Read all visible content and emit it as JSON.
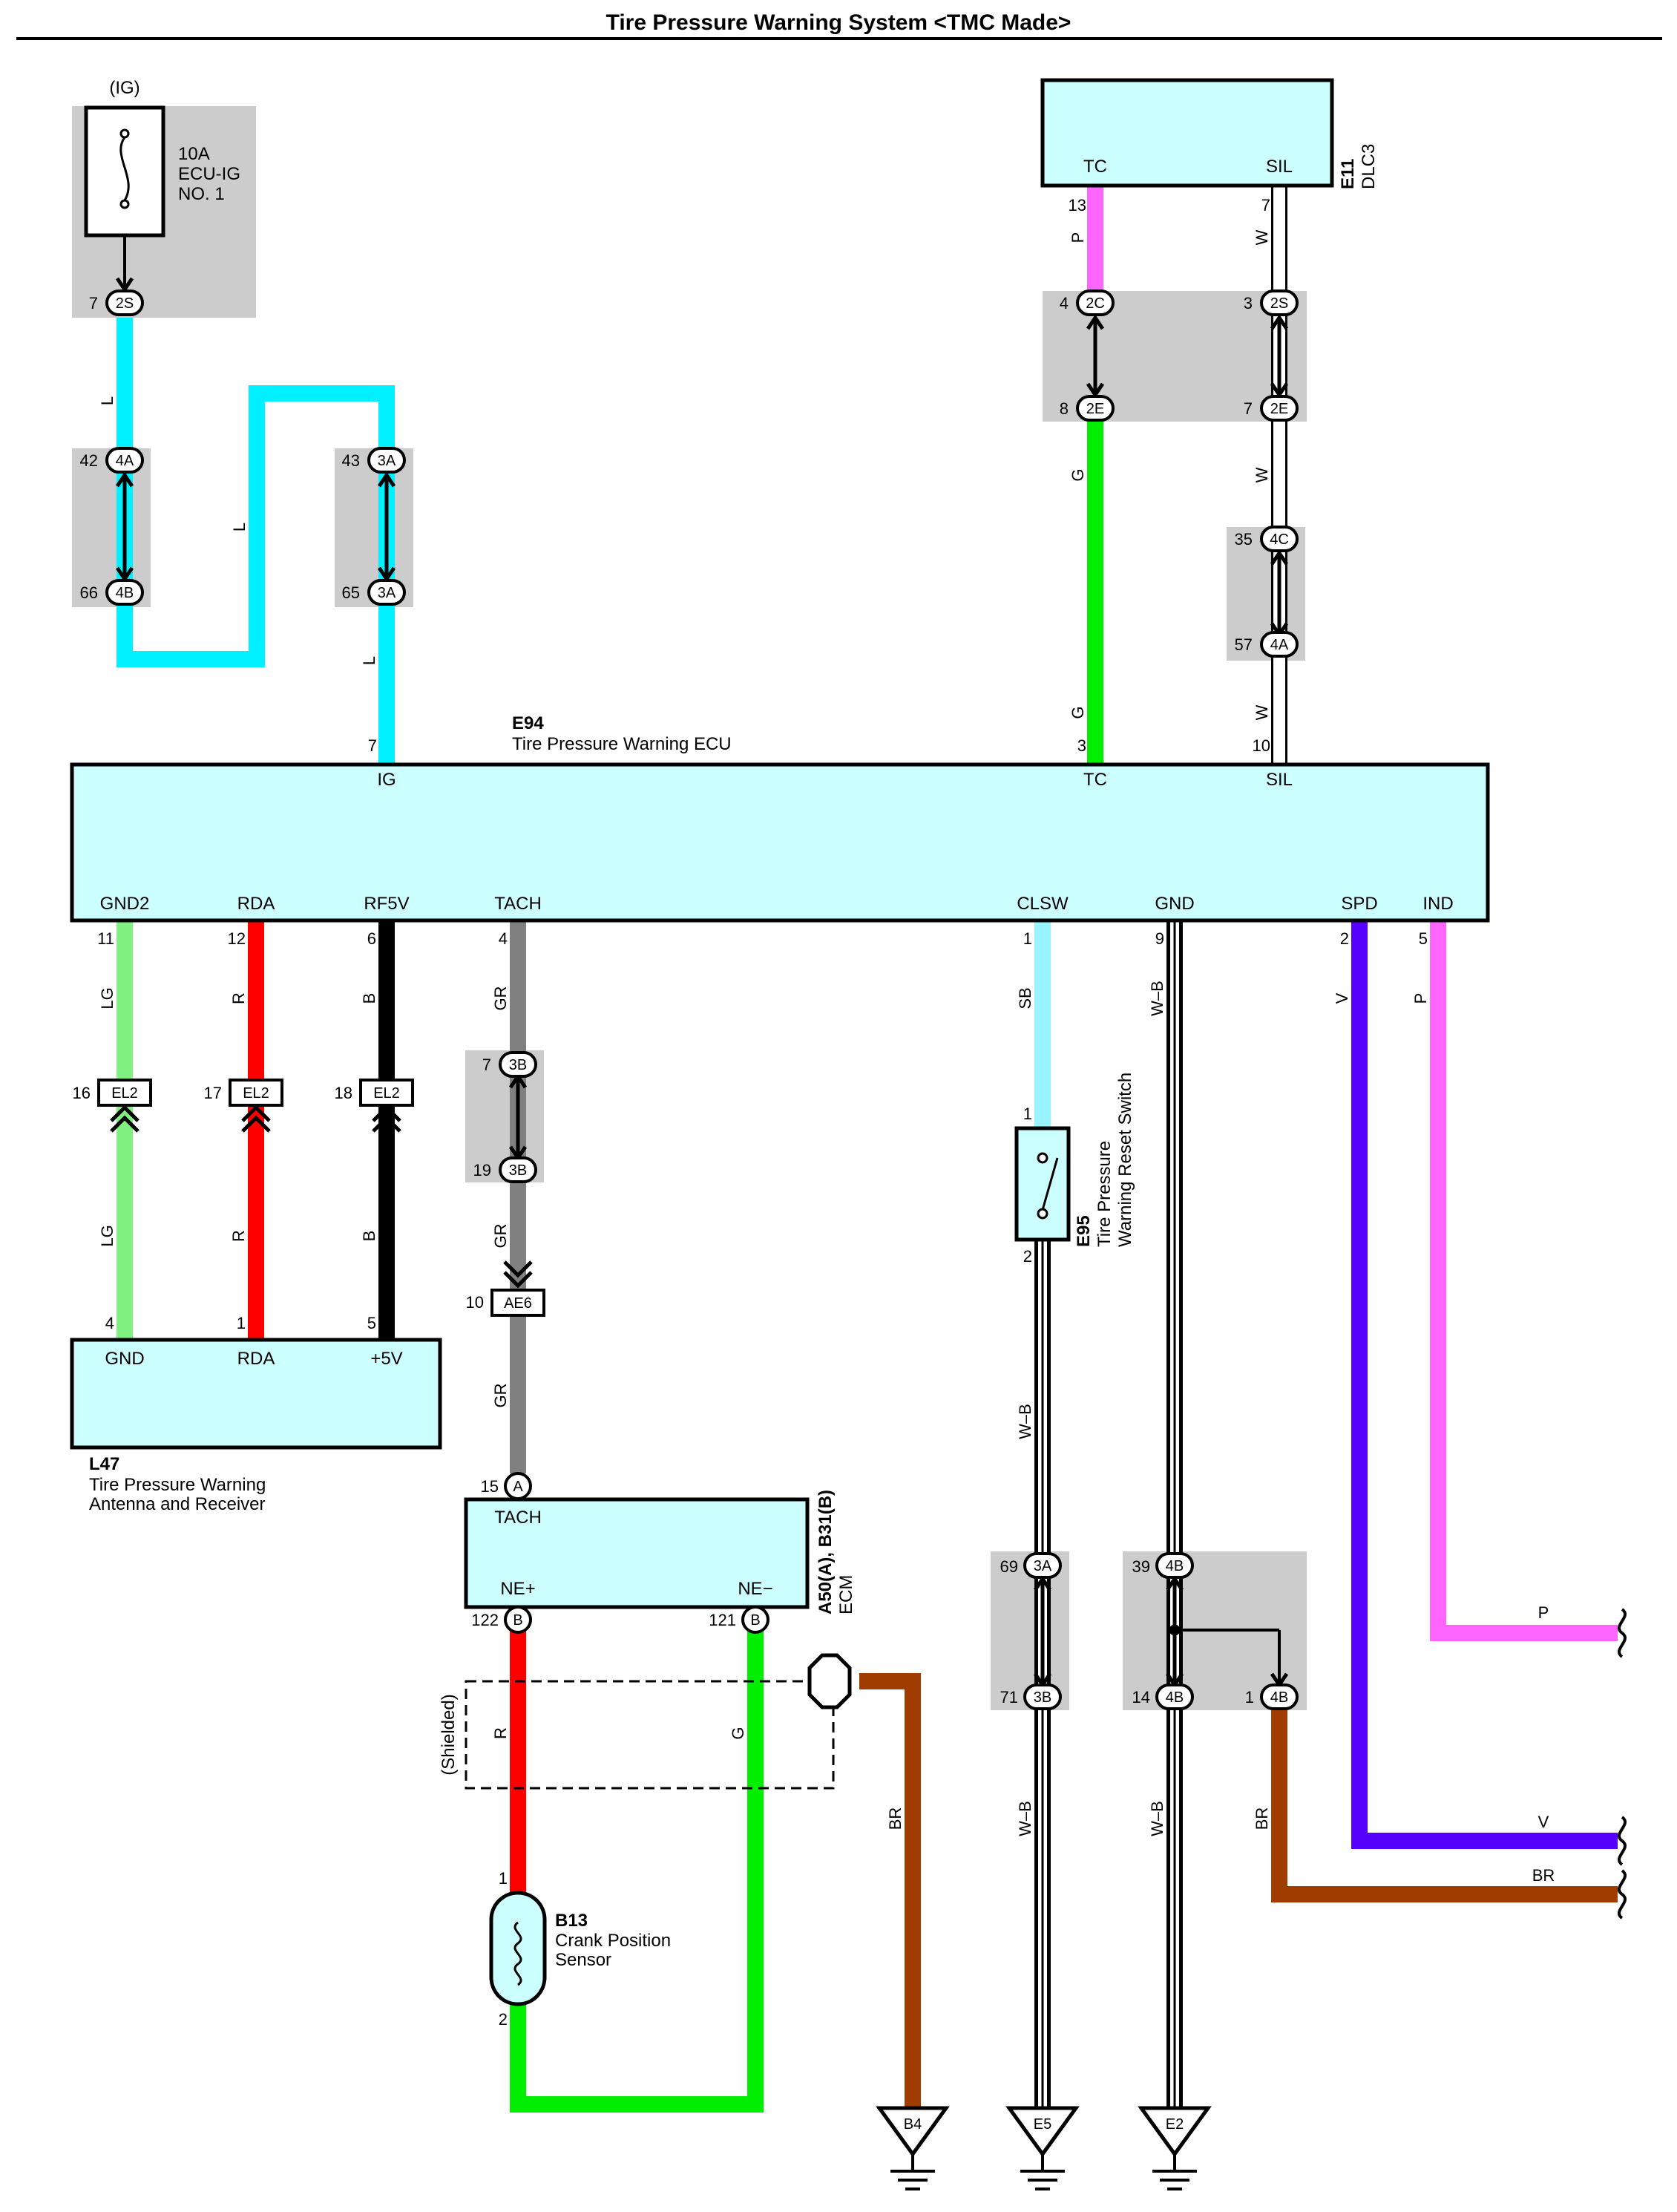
{
  "title": "Tire Pressure Warning System <TMC Made>",
  "colors": {
    "L": "#00f0ff",
    "P": "#ff66ff",
    "G": "#00ee00",
    "W": "#ffffff",
    "LG": "#80f080",
    "R": "#ff0000",
    "B": "#000000",
    "GR": "#808080",
    "SB": "#99f4ff",
    "W-B": "#ffffff",
    "V": "#5500ff",
    "BR": "#a03c00",
    "box": "#ccffff",
    "junction": "#cccccc"
  },
  "fuse": {
    "source": "(IG)",
    "line1": "10A",
    "line2": "ECU-IG",
    "line3": "NO. 1"
  },
  "dlc": {
    "id": "E11",
    "name": "DLC3",
    "pin_tc": "TC",
    "pin_sil": "SIL"
  },
  "ecu": {
    "id": "E94",
    "name": "Tire Pressure Warning ECU",
    "pins": {
      "ig": "IG",
      "tc": "TC",
      "sil": "SIL",
      "gnd2": "GND2",
      "rda": "RDA",
      "rf5v": "RF5V",
      "tach": "TACH",
      "clsw": "CLSW",
      "gnd": "GND",
      "spd": "SPD",
      "ind": "IND"
    }
  },
  "receiver": {
    "id": "L47",
    "name1": "Tire Pressure Warning",
    "name2": "Antenna and Receiver",
    "pin_gnd": "GND",
    "pin_rda": "RDA",
    "pin_5v": "+5V"
  },
  "ecm": {
    "id": "A50(A), B31(B)",
    "name": "ECM",
    "pin_tach": "TACH",
    "pin_ne_p": "NE+",
    "pin_ne_m": "NE−"
  },
  "switch": {
    "id": "E95",
    "name1": "Tire Pressure",
    "name2": "Warning Reset Switch"
  },
  "sensor": {
    "id": "B13",
    "name1": "Crank Position",
    "name2": "Sensor"
  },
  "shielded": "(Shielded)",
  "wire_codes": {
    "L": "L",
    "P": "P",
    "W": "W",
    "G": "G",
    "LG": "LG",
    "R": "R",
    "B": "B",
    "GR": "GR",
    "SB": "SB",
    "WB": "W–B",
    "V": "V",
    "BR": "BR"
  },
  "connectors": {
    "c2S": "2S",
    "c4A": "4A",
    "c4B": "4B",
    "c3A": "3A",
    "c2C": "2C",
    "c2E": "2E",
    "c4C": "4C",
    "c3B": "3B",
    "cEL2": "EL2",
    "cAE6": "AE6",
    "cA": "A",
    "cB": "B"
  },
  "pins": {
    "p1": "1",
    "p2": "2",
    "p3": "3",
    "p4": "4",
    "p5": "5",
    "p6": "6",
    "p7": "7",
    "p8": "8",
    "p9": "9",
    "p10": "10",
    "p11": "11",
    "p12": "12",
    "p13": "13",
    "p14": "14",
    "p15": "15",
    "p16": "16",
    "p17": "17",
    "p18": "18",
    "p19": "19",
    "p35": "35",
    "p39": "39",
    "p42": "42",
    "p43": "43",
    "p57": "57",
    "p65": "65",
    "p66": "66",
    "p69": "69",
    "p71": "71",
    "p121": "121",
    "p122": "122"
  },
  "grounds": {
    "b4": "B4",
    "e5": "E5",
    "e2": "E2"
  }
}
